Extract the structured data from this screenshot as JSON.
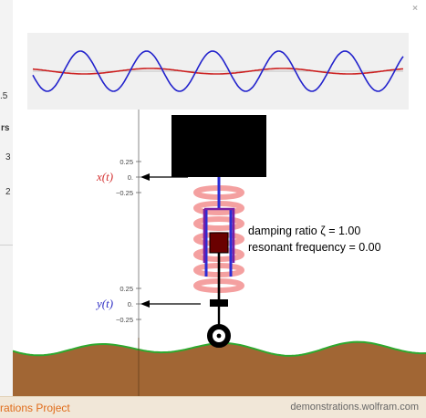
{
  "left_strip": {
    "items": [
      ".5",
      "rs",
      "3",
      "2"
    ]
  },
  "window": {
    "close_glyph": "×"
  },
  "wave_plot": {
    "series_colors": [
      "#2222cc",
      "#cc2222"
    ]
  },
  "scene": {
    "x_label": "x(t)",
    "y_label": "y(t)",
    "x_ticks": [
      "0.25",
      "0.",
      "−0.25"
    ],
    "y_ticks": [
      "0.25",
      "0.",
      "−0.25"
    ],
    "damping_text": "damping ratio ζ = 1.00",
    "resonant_text": "resonant frequency = 0.00",
    "colors": {
      "mass": "#000000",
      "spring": "#f08080",
      "damper": "#7a1fa2",
      "rod": "#2b2bd6",
      "x_label": "#d43232",
      "y_label": "#2e2ec4",
      "ground_top": "#2ea82e",
      "ground_fill": "#a16634"
    }
  },
  "footer": {
    "left_text": "rations Project",
    "right_text": "demonstrations.wolfram.com"
  }
}
